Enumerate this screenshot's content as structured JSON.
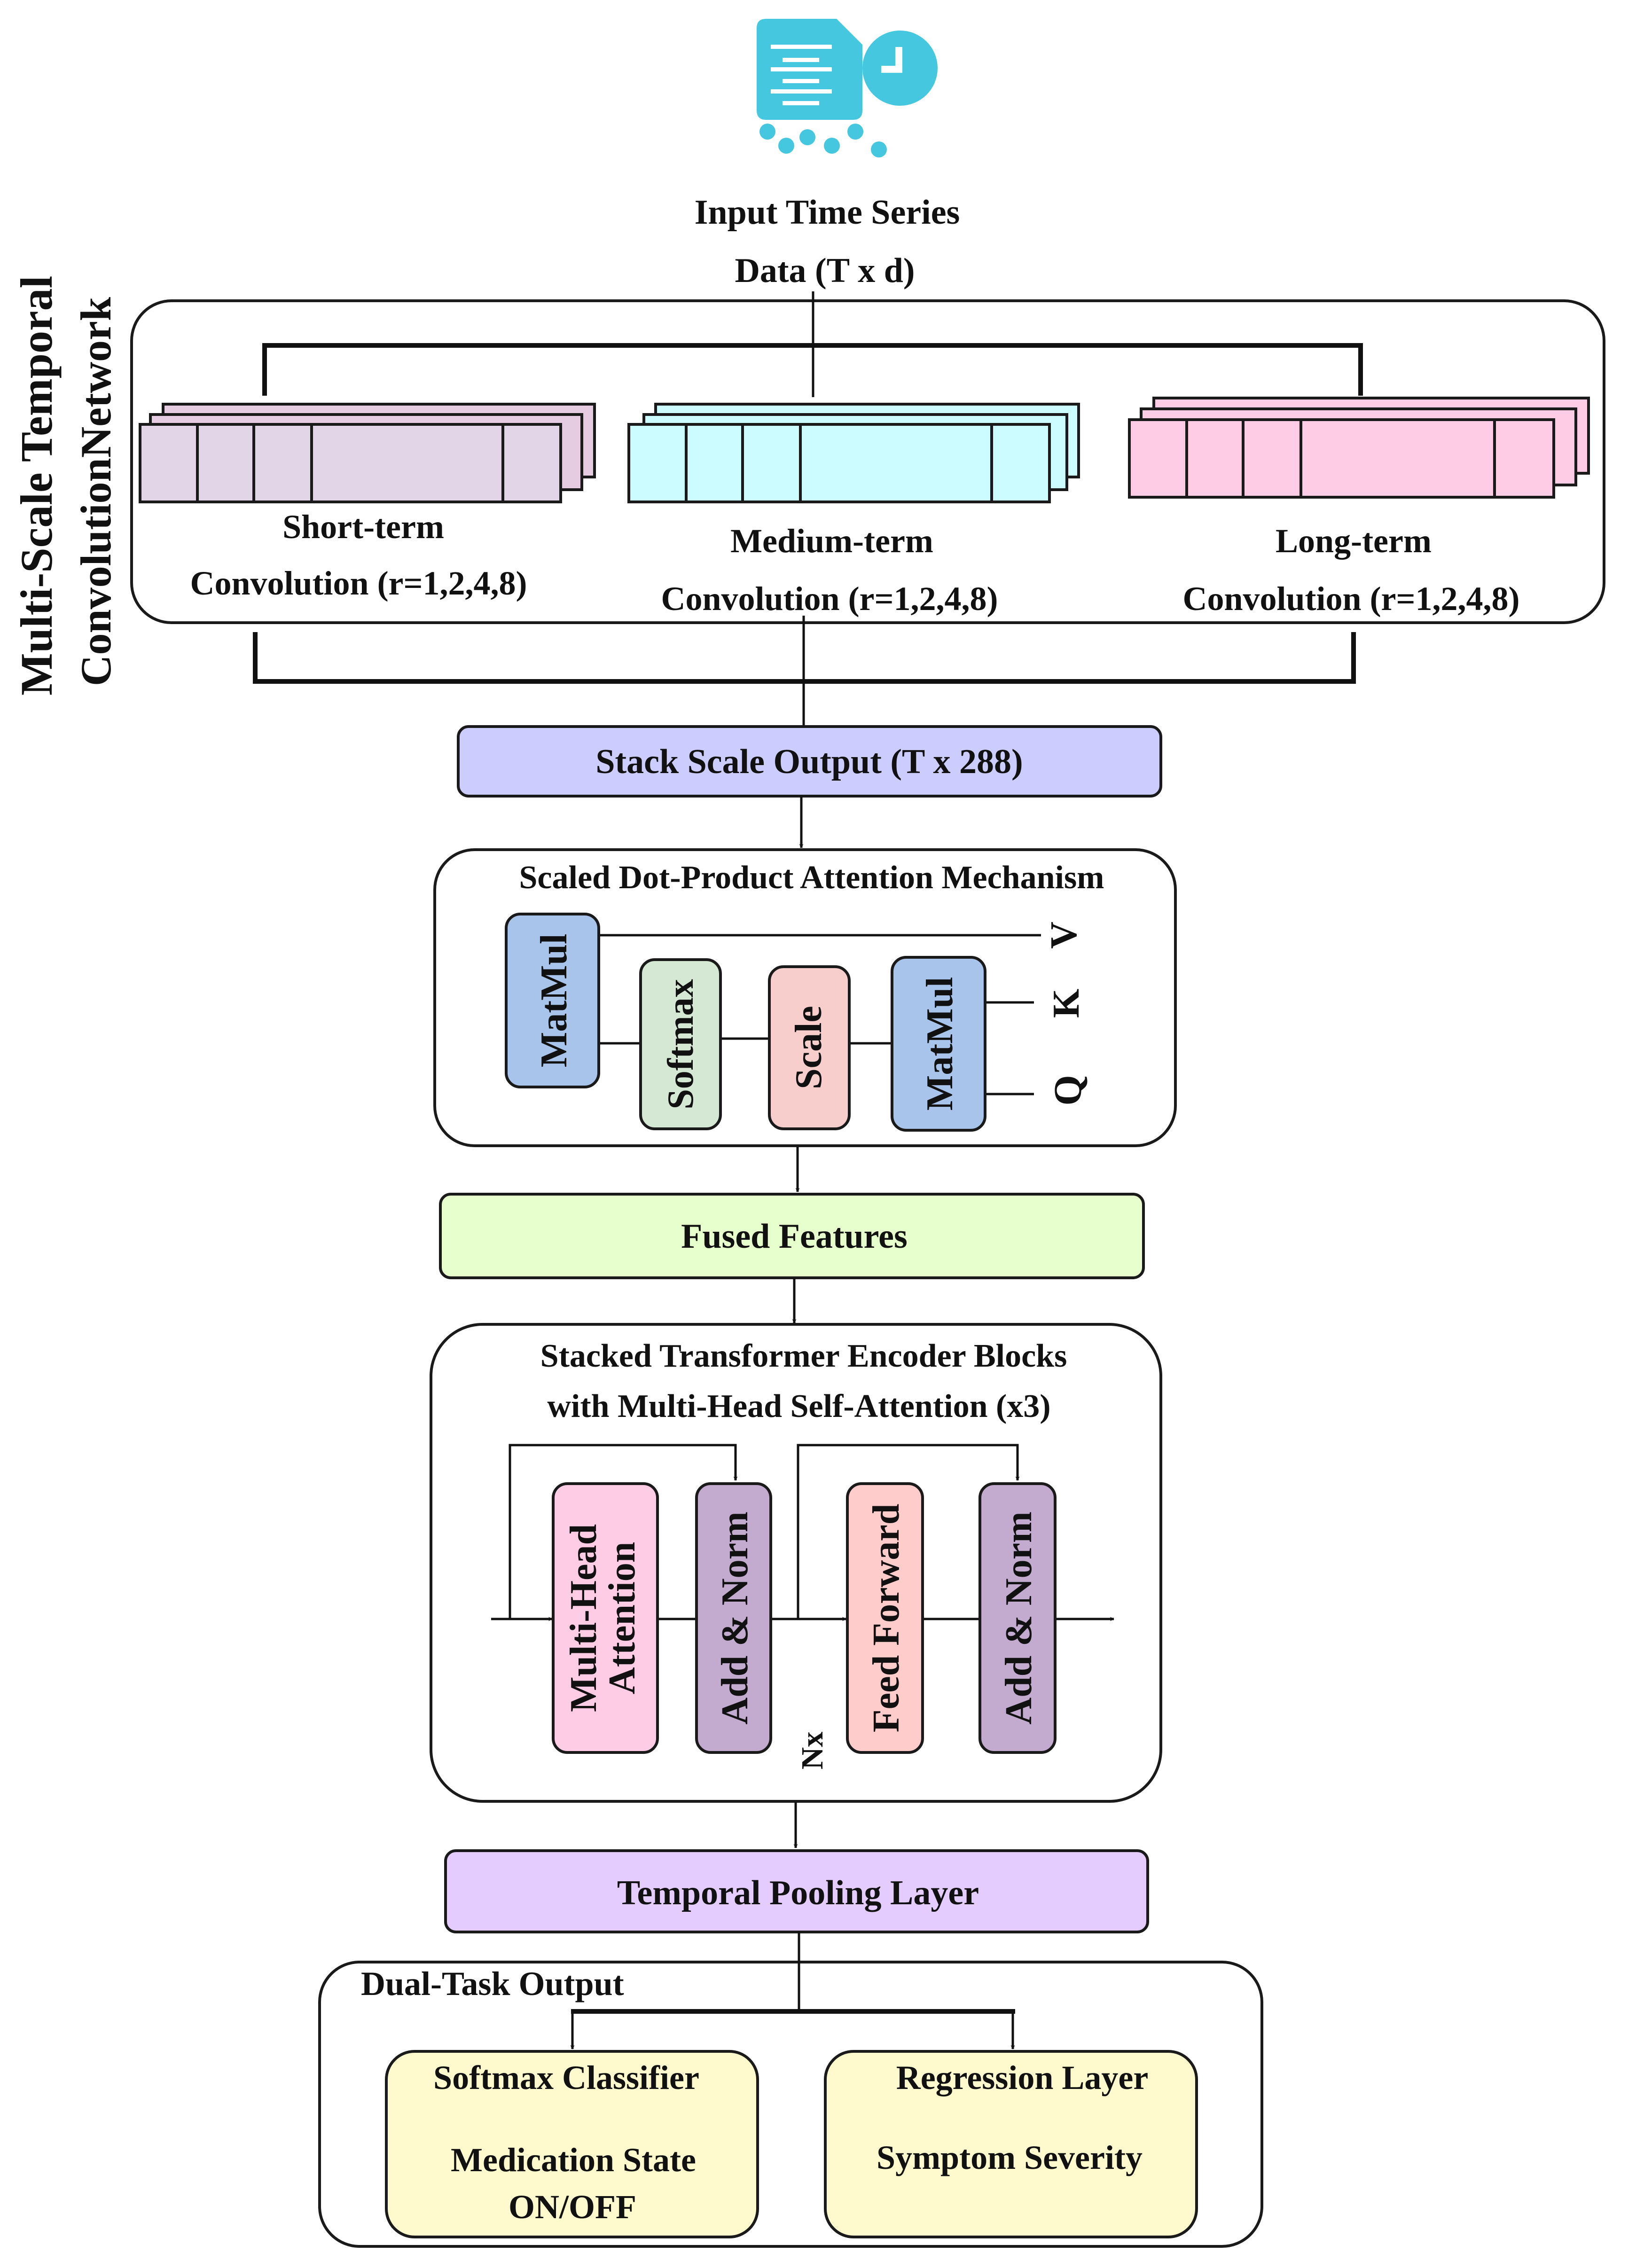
{
  "input": {
    "icon": "document-clock-timeseries-icon",
    "title_line1": "Input Time Series",
    "title_line2": "Data (T x d)"
  },
  "tcn": {
    "side_label_line1": "Multi-Scale Temporal",
    "side_label_line2": "ConvolutionNetwork",
    "branches": [
      {
        "name": "short",
        "label_line1": "Short-term",
        "label_line2": "Convolution (r=1,2,4,8)",
        "color": "#e1d5e7",
        "back_color": "#e6cce0"
      },
      {
        "name": "medium",
        "label_line1": "Medium-term",
        "label_line2": "Convolution (r=1,2,4,8)",
        "color": "#ccfcff",
        "back_color": "#ccfcff"
      },
      {
        "name": "long",
        "label_line1": "Long-term",
        "label_line2": "Convolution (r=1,2,4,8)",
        "color": "#ffcce6",
        "back_color": "#ffcce6"
      }
    ]
  },
  "stack_output": {
    "label": "Stack Scale Output (T x 288)",
    "color": "#ccccff"
  },
  "attention": {
    "title": "Scaled Dot-Product Attention Mechanism",
    "blocks": [
      {
        "label": "MatMul",
        "color": "#a9c4eb"
      },
      {
        "label": "Softmax",
        "color": "#d5e8d4"
      },
      {
        "label": "Scale",
        "color": "#f8cecc"
      },
      {
        "label": "MatMul",
        "color": "#a9c4eb"
      }
    ],
    "inputs": [
      "V",
      "K",
      "Q"
    ]
  },
  "fused": {
    "label": "Fused Features",
    "color": "#e6ffcc"
  },
  "transformer": {
    "title_line1": "Stacked Transformer Encoder Blocks",
    "title_line2": "with Multi-Head Self-Attention (x3)",
    "blocks": [
      {
        "label_line1": "Multi-Head",
        "label_line2": "Attention",
        "color": "#ffcce6"
      },
      {
        "label_line1": "Add & Norm",
        "label_line2": "",
        "color": "#c3abd0"
      },
      {
        "label_line1": "Feed Forward",
        "label_line2": "",
        "color": "#ffcccc"
      },
      {
        "label_line1": "Add & Norm",
        "label_line2": "",
        "color": "#c3abd0"
      }
    ],
    "repeat_label": "Nx"
  },
  "pooling": {
    "label": "Temporal Pooling Layer",
    "color": "#e5ccff"
  },
  "dual_task": {
    "title": "Dual-Task Output",
    "classifier": {
      "title": "Softmax Classifier",
      "line1": "Medication State",
      "line2": "ON/OFF",
      "color": "#fffacd"
    },
    "regression": {
      "title": "Regression Layer",
      "line1": "Symptom Severity",
      "color": "#fffacd"
    }
  }
}
